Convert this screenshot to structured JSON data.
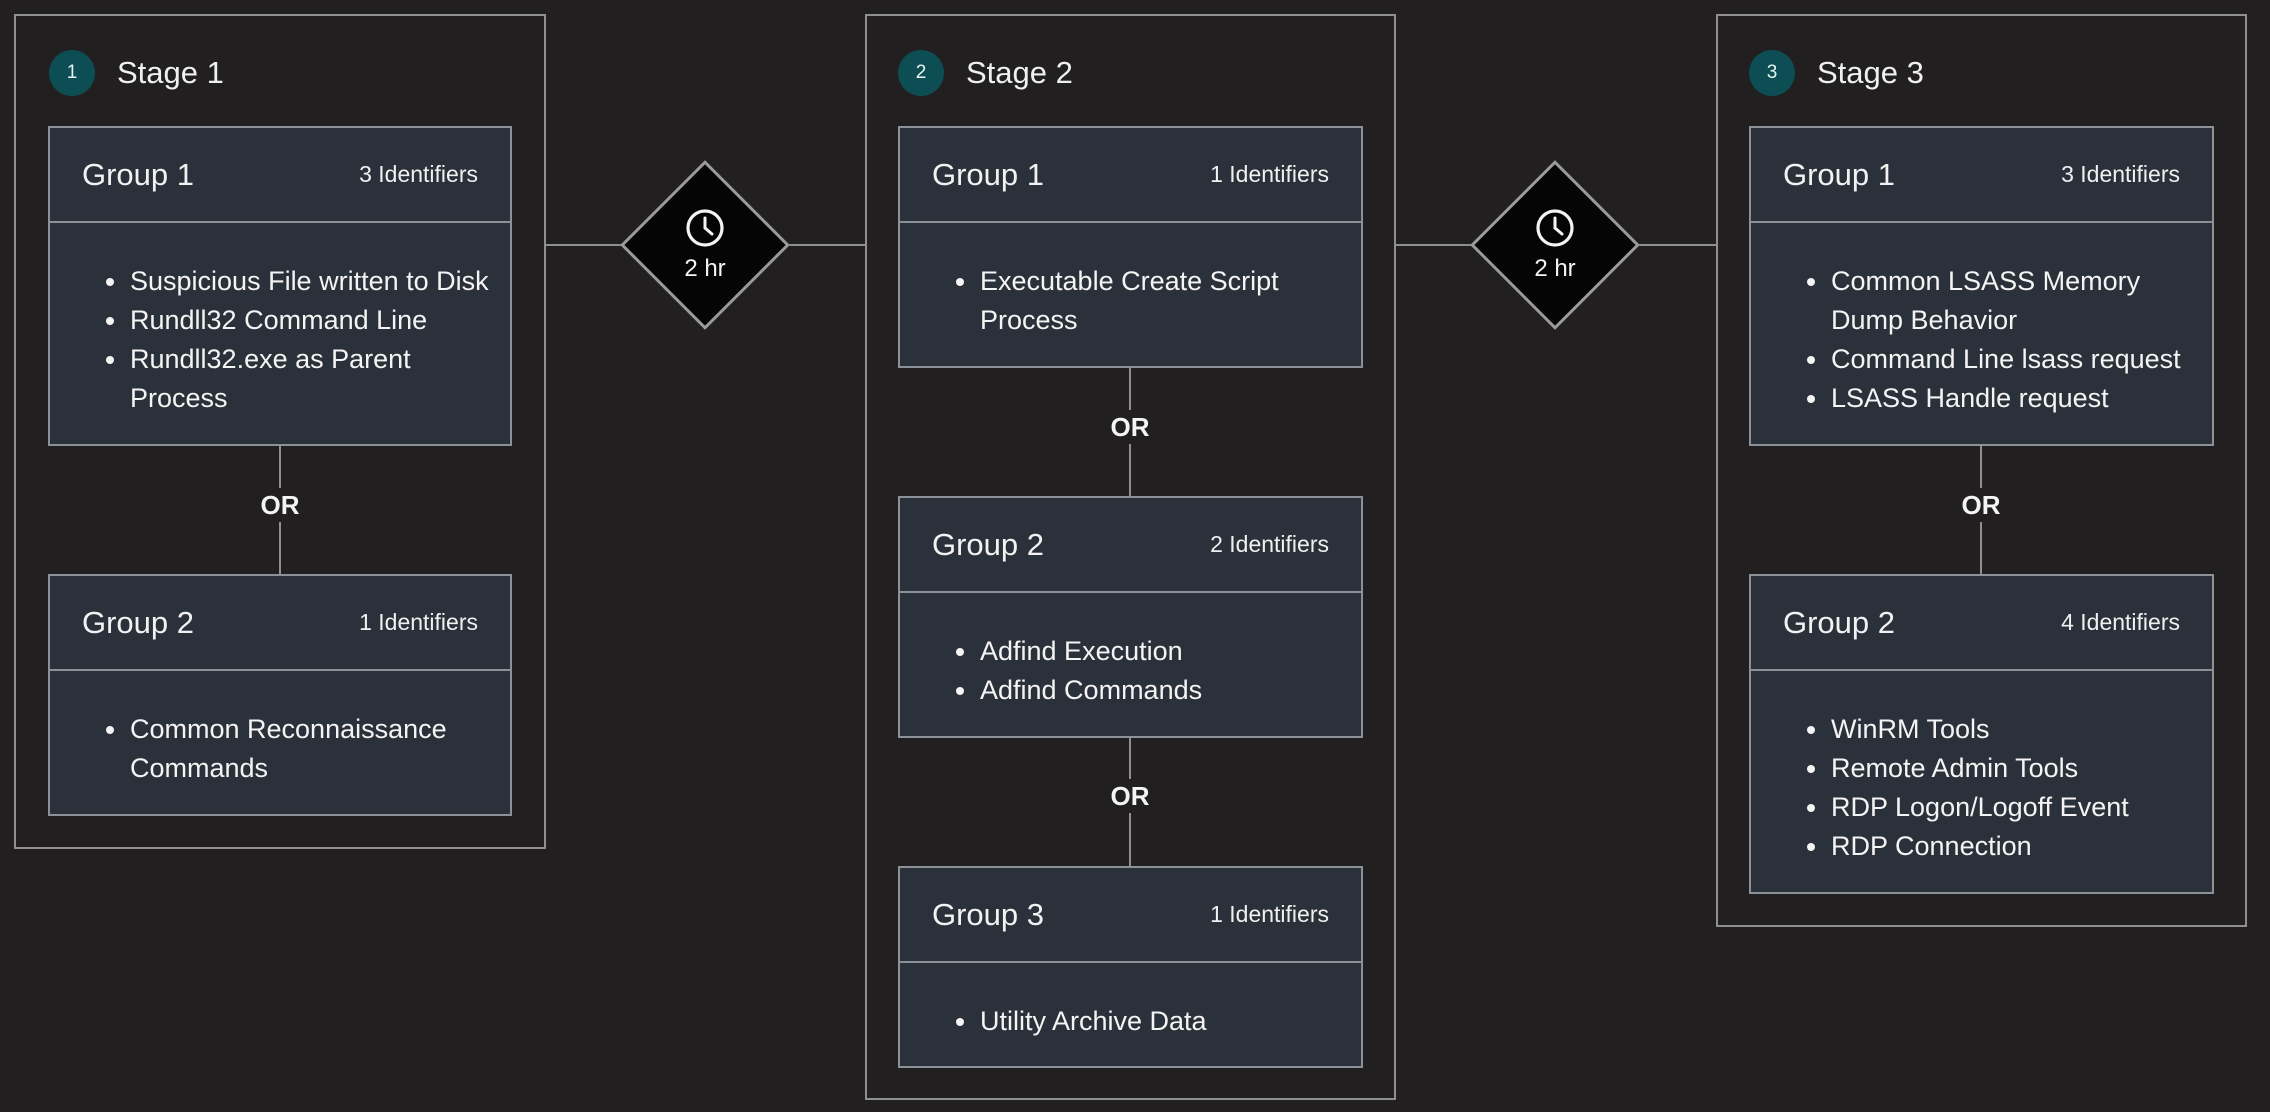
{
  "stages": [
    {
      "badge": "1",
      "title": "Stage 1",
      "groups": [
        {
          "title": "Group 1",
          "count": "3 Identifiers",
          "items": [
            "Suspicious File written to Disk",
            "Rundll32 Command Line",
            "Rundll32.exe as Parent Process"
          ]
        },
        {
          "title": "Group 2",
          "count": "1 Identifiers",
          "items": [
            "Common Reconnaissance Commands"
          ]
        }
      ]
    },
    {
      "badge": "2",
      "title": "Stage 2",
      "groups": [
        {
          "title": "Group 1",
          "count": "1 Identifiers",
          "items": [
            "Executable Create Script Process"
          ]
        },
        {
          "title": "Group 2",
          "count": "2 Identifiers",
          "items": [
            "Adfind Execution",
            "Adfind Commands"
          ]
        },
        {
          "title": "Group 3",
          "count": "1 Identifiers",
          "items": [
            "Utility Archive Data"
          ]
        }
      ]
    },
    {
      "badge": "3",
      "title": "Stage 3",
      "groups": [
        {
          "title": "Group 1",
          "count": "3 Identifiers",
          "items": [
            "Common LSASS Memory Dump Behavior",
            "Command Line lsass request",
            "LSASS Handle request"
          ]
        },
        {
          "title": "Group 2",
          "count": "4 Identifiers",
          "items": [
            "WinRM Tools",
            "Remote Admin Tools",
            "RDP Logon/Logoff Event",
            "RDP Connection"
          ]
        }
      ]
    }
  ],
  "connector_label": "OR",
  "timers": [
    {
      "label": "2 hr",
      "icon": "clock-icon"
    },
    {
      "label": "2 hr",
      "icon": "clock-icon"
    }
  ],
  "colors": {
    "background": "#211f20",
    "badge": "#0d4e55",
    "group_fill": "#2b313a",
    "border": "#8f8f8f",
    "diamond_fill": "#050505"
  }
}
